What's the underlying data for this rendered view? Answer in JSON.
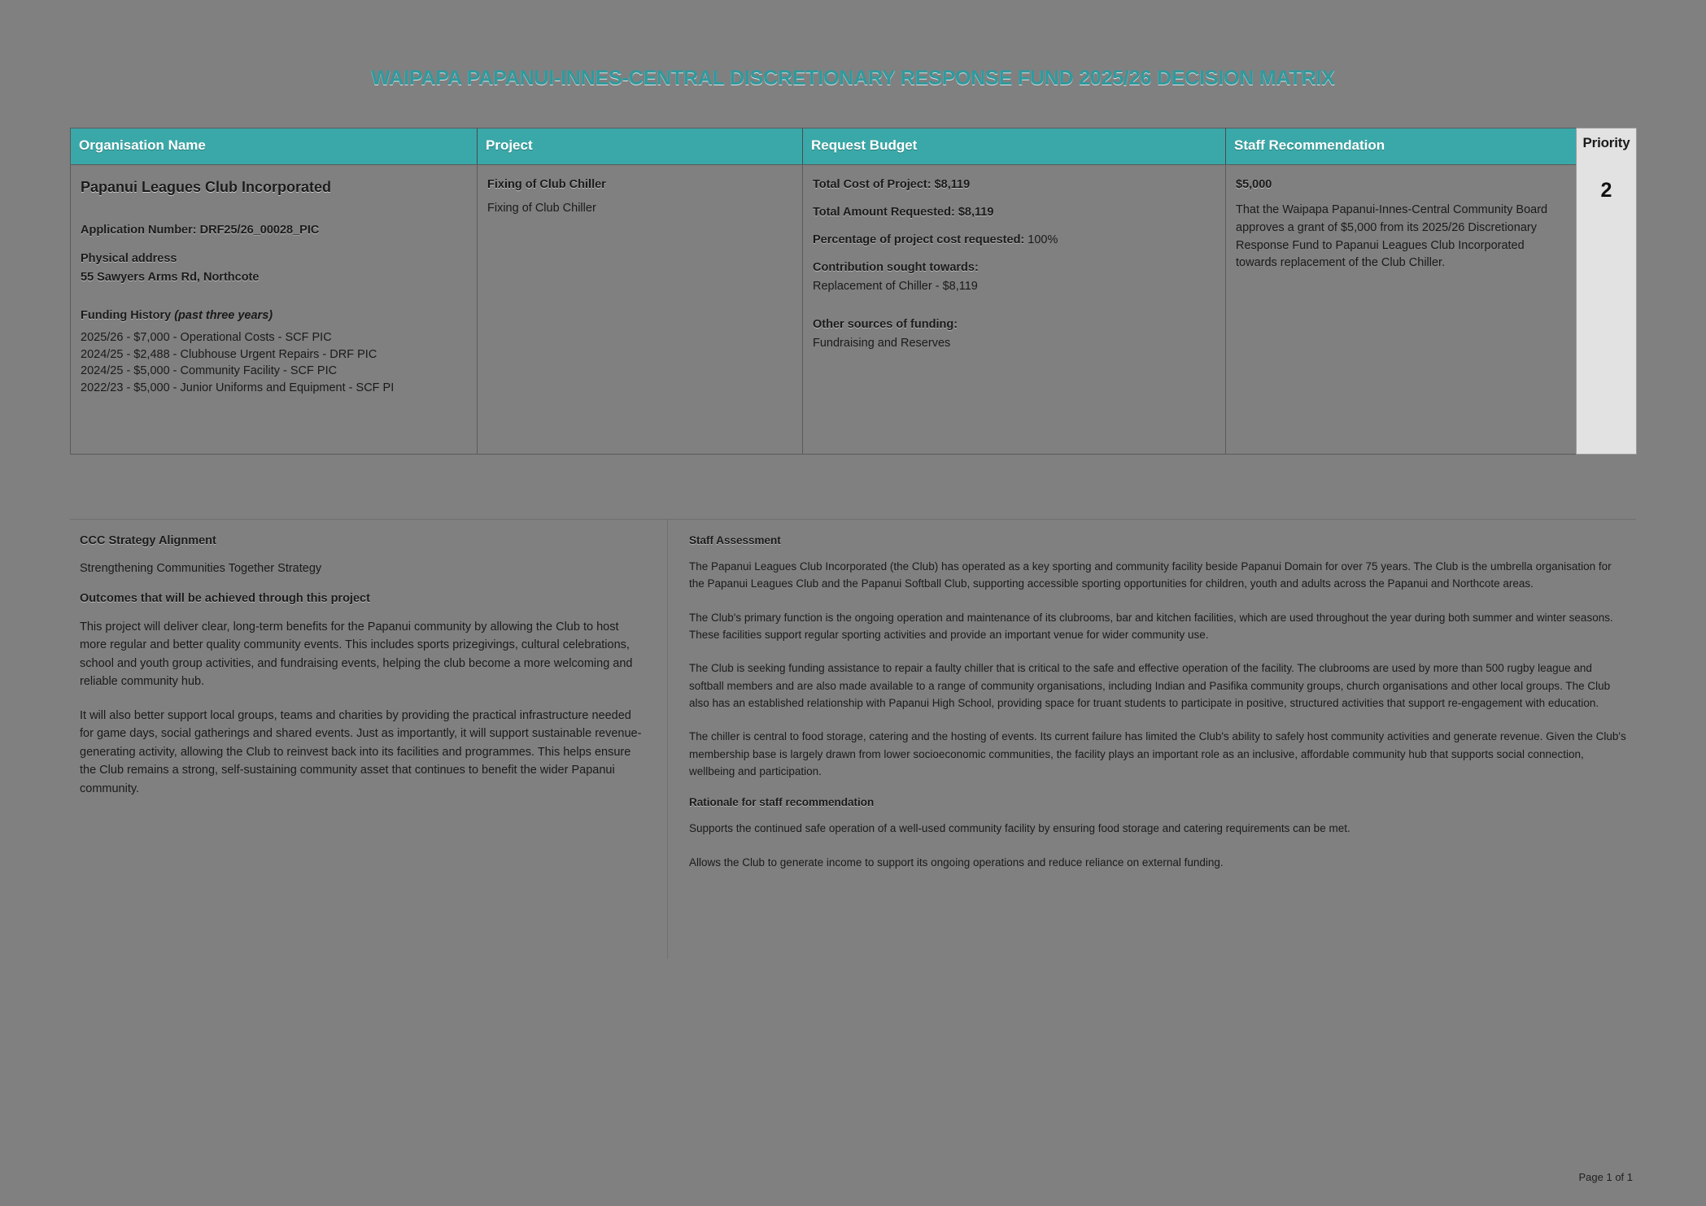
{
  "document": {
    "title": "WAIPAPA PAPANUI-INNES-CENTRAL DISCRETIONARY RESPONSE FUND 2025/26 DECISION MATRIX",
    "page_footer": "Page 1 of 1",
    "accent_color": "#3aa8a8",
    "title_color": "#2e9a9e",
    "background_color": "#808080"
  },
  "table": {
    "headers": {
      "organisation": "Organisation Name",
      "project": "Project",
      "request_budget": "Request Budget",
      "staff_recommendation": "Staff Recommendation",
      "priority": "Priority"
    },
    "row": {
      "organisation": {
        "name": "Papanui Leagues Club Incorporated",
        "application_number_label": "Application Number:",
        "application_number_value": "DRF25/26_00028_PIC",
        "physical_address_label": "Physical address",
        "physical_address_value": "55 Sawyers Arms Rd, Northcote",
        "funding_history_label": "Funding History",
        "funding_history_note": "(past three years)",
        "funding_history": [
          "2025/26 - $7,000 - Operational Costs - SCF PIC",
          "2024/25 - $2,488 - Clubhouse Urgent Repairs - DRF PIC",
          "2024/25 - $5,000 - Community Facility - SCF PIC",
          "2022/23 - $5,000 - Junior Uniforms and Equipment - SCF PI"
        ]
      },
      "project": {
        "title": "Fixing of Club Chiller",
        "subtitle": "Fixing of Club Chiller"
      },
      "request_budget": {
        "total_cost_label": "Total Cost of Project:",
        "total_cost_value": "$8,119",
        "total_requested_label": "Total Amount Requested:",
        "total_requested_value": "$8,119",
        "percentage_label": "Percentage of project cost requested:",
        "percentage_value": "100%",
        "contribution_label": "Contribution sought towards:",
        "contribution_value": "Replacement of Chiller - $8,119",
        "other_sources_label": "Other sources of funding:",
        "other_sources_value": "Fundraising and Reserves"
      },
      "staff_recommendation": {
        "amount": "$5,000",
        "text": "That the Waipapa Papanui-Innes-Central Community Board approves a grant of $5,000 from its 2025/26 Discretionary Response Fund to Papanui Leagues Club Incorporated towards replacement of the Club Chiller."
      },
      "priority": "2"
    }
  },
  "strategy": {
    "heading": "CCC Strategy Alignment",
    "alignment": "Strengthening Communities Together Strategy",
    "outcomes_heading": "Outcomes that will be achieved through this project",
    "paragraphs": [
      "This project will deliver clear, long-term benefits for the Papanui community by allowing the Club to host more regular and better quality community events. This includes sports prizegivings, cultural celebrations, school and youth group activities, and fundraising events, helping the club become a more welcoming and reliable community hub.",
      "It will also better support local groups, teams and charities by providing the practical infrastructure needed for game days, social gatherings and shared events. Just as importantly, it will support sustainable revenue-generating activity, allowing the Club to reinvest back into its facilities and programmes. This helps ensure the Club remains a strong, self-sustaining community asset that continues to benefit the wider Papanui community."
    ]
  },
  "assessment": {
    "heading": "Staff Assessment",
    "paragraphs": [
      "The Papanui Leagues Club Incorporated (the Club) has operated as a key sporting and community facility beside Papanui Domain for over 75 years. The Club is the umbrella organisation for the Papanui Leagues Club and the Papanui Softball Club, supporting accessible sporting opportunities for children, youth and adults across the Papanui and Northcote areas.",
      "The Club's primary function is the ongoing operation and maintenance of its clubrooms, bar and kitchen facilities, which are used throughout the year during both summer and winter seasons. These facilities support regular sporting activities and provide an important venue for wider community use.",
      "The Club is seeking funding assistance to repair a faulty chiller that is critical to the safe and effective operation of the facility. The clubrooms are used by more than 500 rugby league and softball members and are also made available to a range of community organisations, including Indian and Pasifika community groups, church organisations and other local groups. The Club also has an established relationship with Papanui High School, providing space for truant students to participate in positive, structured activities that support re-engagement with education.",
      "The chiller is central to food storage, catering and the hosting of events. Its current failure has limited the Club's ability to safely host community activities and generate revenue. Given the Club's membership base is largely drawn from lower socioeconomic communities, the facility plays an important role as an inclusive, affordable community hub that supports social connection, wellbeing and participation."
    ],
    "rationale_heading": "Rationale for staff recommendation",
    "rationale_paragraphs": [
      "Supports the continued safe operation of a well-used community facility by ensuring food storage and catering requirements can be met.",
      "Allows the Club to generate income to support its ongoing operations and reduce reliance on external funding."
    ]
  }
}
